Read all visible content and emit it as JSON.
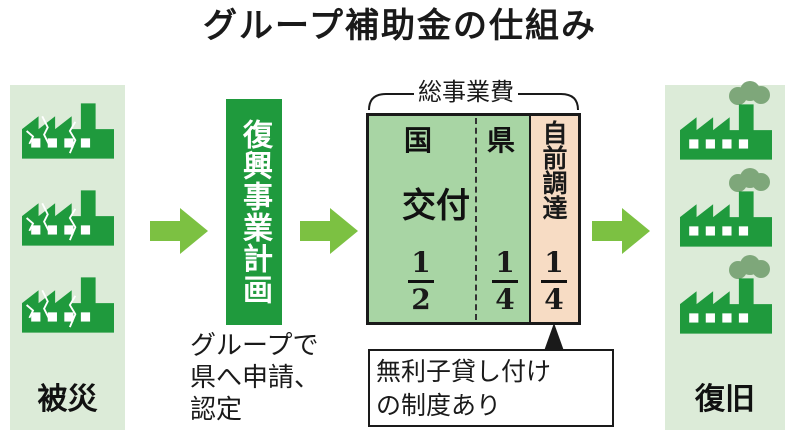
{
  "title": "グループ補助金の仕組み",
  "left_label": "被災",
  "plan_label": "復興事業計画",
  "plan_caption": [
    "グループで",
    "県へ申請、",
    "認定"
  ],
  "total_label": "総事業費",
  "country_label": "国",
  "prefecture_label": "県",
  "grant_label": "交付",
  "self_label": "自前調達",
  "fractions": {
    "country": {
      "num": "1",
      "den": "2"
    },
    "prefecture": {
      "num": "1",
      "den": "4"
    },
    "self": {
      "num": "1",
      "den": "4"
    }
  },
  "loan_note": [
    "無利子貸し付け",
    "の制度あり"
  ],
  "right_label": "復旧",
  "colors": {
    "factory_green": "#1f9a3d",
    "panel_bg": "#dcebd8",
    "grant_fill": "#a8d5a4",
    "self_fill": "#f7dcc4",
    "arrow": "#7cc142",
    "smoke": "#7ea77a"
  }
}
